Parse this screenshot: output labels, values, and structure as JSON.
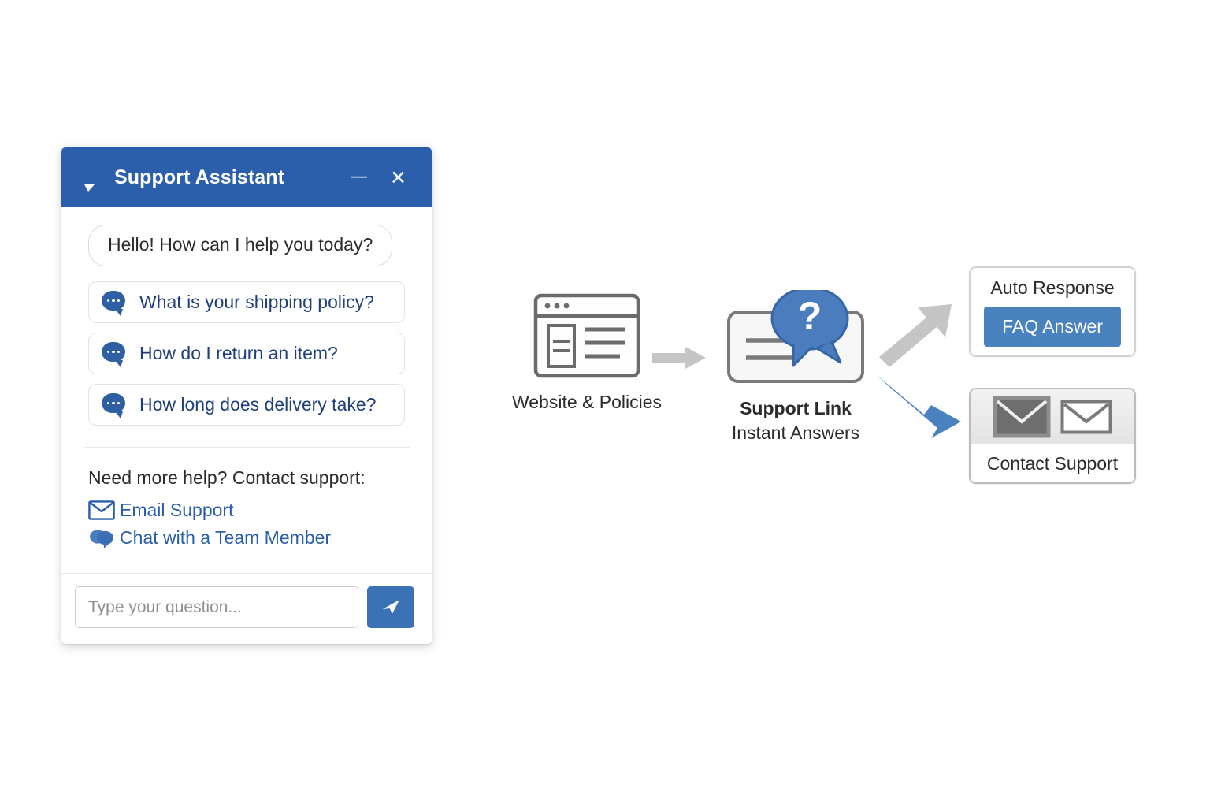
{
  "widget": {
    "title": "Support Assistant",
    "header_icon": "chat-bubble-icon",
    "minimize_label": "—",
    "close_label": "✕",
    "greeting": "Hello! How can I help you today?",
    "suggestions": [
      {
        "label": "What is your shipping policy?",
        "icon": "chat-bubble-icon"
      },
      {
        "label": "How do I return an item?",
        "icon": "chat-bubble-icon"
      },
      {
        "label": "How long does delivery take?",
        "icon": "chat-bubble-icon"
      }
    ],
    "help_prompt": "Need more help? Contact support:",
    "contact_links": [
      {
        "label": "Email Support",
        "icon": "envelope-icon"
      },
      {
        "label": "Chat with a Team Member",
        "icon": "chat-bubbles-icon"
      }
    ],
    "input": {
      "value": "",
      "placeholder": "Type your question..."
    },
    "send_icon": "paper-plane-icon"
  },
  "diagram": {
    "nodes": [
      {
        "id": "website",
        "icon": "browser-window-icon",
        "caption": "Website & Policies"
      },
      {
        "id": "support-link",
        "icon": "card-question-bubble-icon",
        "caption": "Support Link",
        "subcaption": "Instant Answers"
      },
      {
        "id": "auto-response",
        "title": "Auto Response",
        "button_label": "FAQ Answer"
      },
      {
        "id": "contact-support",
        "title": "Contact Support",
        "icon": "two-envelopes-icon"
      }
    ],
    "arrows": [
      {
        "id": "arrow-website-to-support",
        "direction": "right",
        "color": "#c5c5c5"
      },
      {
        "id": "arrow-support-to-auto",
        "direction": "up-right",
        "color": "#c5c5c5"
      },
      {
        "id": "arrow-support-to-contact",
        "direction": "down-right",
        "color": "#4a82c0"
      }
    ]
  },
  "colors": {
    "header_blue": "#2b5fab",
    "accent_blue": "#4a82c0",
    "link_blue": "#2a5eaa",
    "chip_text": "#1f3f7a",
    "arrow_gray": "#c5c5c5"
  }
}
